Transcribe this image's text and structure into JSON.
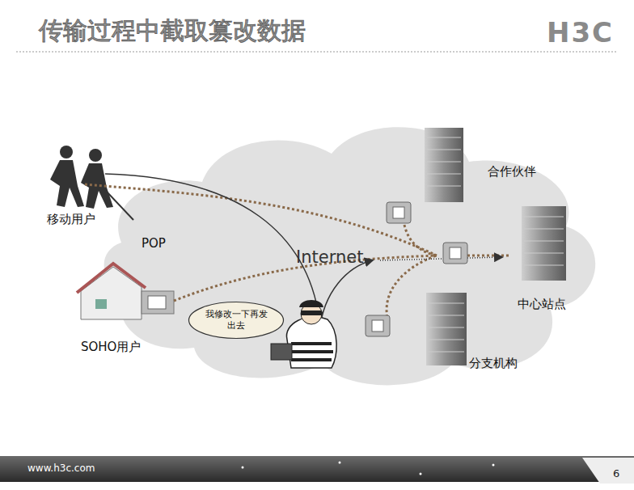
{
  "diagram": {
    "title": "传输过程中截取篡改数据",
    "nodes": [
      {
        "text": [
          "我修改一下再发出去"
        ]
      }
    ],
    "labels": [
      "H3C",
      "移动用户",
      "POP",
      "Internet",
      "合作伙伴",
      "中心站点",
      "SOHO用户",
      "分支机构",
      "www.h3c.com",
      "6"
    ]
  }
}
